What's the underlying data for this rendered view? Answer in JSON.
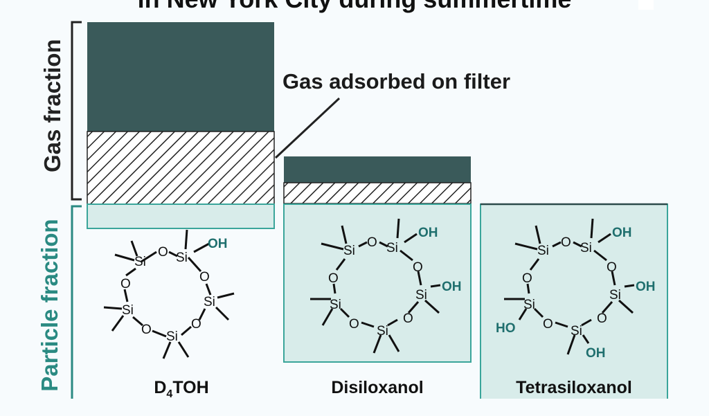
{
  "title": "in New York City during summertime",
  "labels": {
    "gas_fraction": "Gas fraction",
    "particle_fraction": "Particle fraction",
    "gas_adsorbed": "Gas adsorbed on filter"
  },
  "compounds": [
    {
      "name": "D",
      "sub": "4",
      "suffix": "TOH"
    },
    {
      "name": "Disiloxanol",
      "sub": "",
      "suffix": ""
    },
    {
      "name": "Tetrasiloxanol",
      "sub": "",
      "suffix": ""
    }
  ],
  "atoms": {
    "si": "Si",
    "o": "O",
    "oh": "OH",
    "ho": "HO"
  },
  "colors": {
    "gas": "#3a5a5a",
    "particle_fill": "#d8ecea",
    "particle_border": "#3aa59a",
    "teal_text": "#2a8a82"
  }
}
